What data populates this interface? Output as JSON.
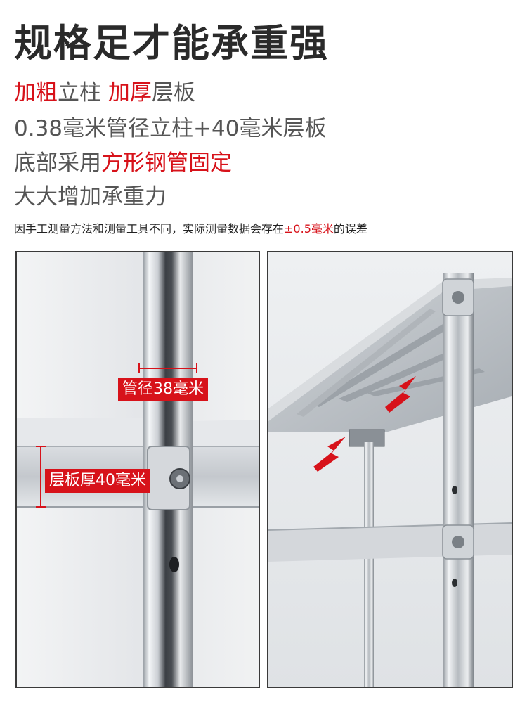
{
  "headline": "规格足才能承重强",
  "features": {
    "line1": {
      "a": "加粗",
      "b": "立柱",
      "c": "加厚",
      "d": "层板"
    },
    "line2": "0.38毫米管径立柱+40毫米层板",
    "line3": {
      "a": "底部采用",
      "b": "方形钢管固定"
    },
    "line4": "大大增加承重力"
  },
  "note": {
    "a": "因手工测量方法和测量工具不同，实际测量数据会存在",
    "b": "±0.5毫米",
    "c": "的误差"
  },
  "labels": {
    "pipe_diameter": "管径38毫米",
    "shelf_thickness": "层板厚40毫米"
  },
  "colors": {
    "accent": "#d7121a",
    "steel": "#c8ccd1",
    "frame": "#3a3a3a"
  }
}
